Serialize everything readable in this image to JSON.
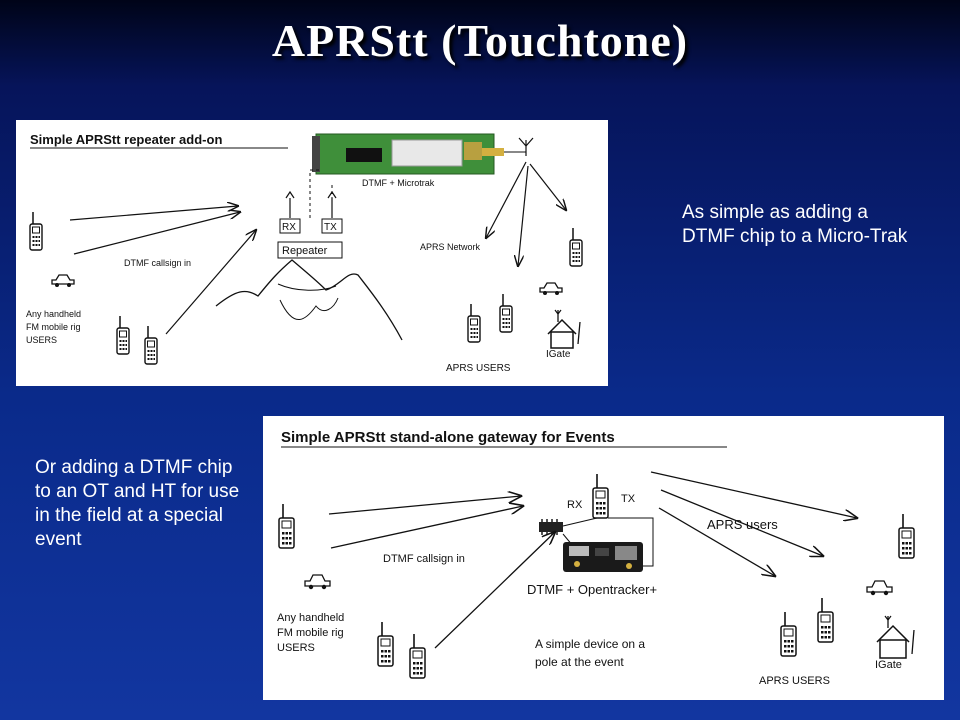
{
  "title": "APRStt (Touchtone)",
  "caption_top": "As simple as adding a DTMF chip to a Micro-Trak",
  "caption_bottom": "Or adding a DTMF chip to an OT and HT for use in the field at a special event",
  "diagram1": {
    "heading": "Simple APRStt repeater add-on",
    "board_label": "DTMF + Microtrak",
    "rx": "RX",
    "tx": "TX",
    "repeater": "Repeater",
    "dtmf_callsign": "DTMF callsign in",
    "aprs_network": "APRS Network",
    "users_line1": "Any handheld",
    "users_line2": "FM mobile rig",
    "users_line3": "USERS",
    "aprs_users": "APRS USERS",
    "igate": "IGate"
  },
  "diagram2": {
    "heading": "Simple APRStt stand-alone gateway for Events",
    "rx": "RX",
    "tx": "TX",
    "aprs_users_mid": "APRS users",
    "dtmf_callsign": "DTMF callsign in",
    "device_label": "DTMF + Opentracker+",
    "note_line1": "A simple device on a",
    "note_line2": "pole at the event",
    "users_line1": "Any handheld",
    "users_line2": "FM mobile rig",
    "users_line3": "USERS",
    "aprs_users": "APRS USERS",
    "igate": "IGate"
  }
}
